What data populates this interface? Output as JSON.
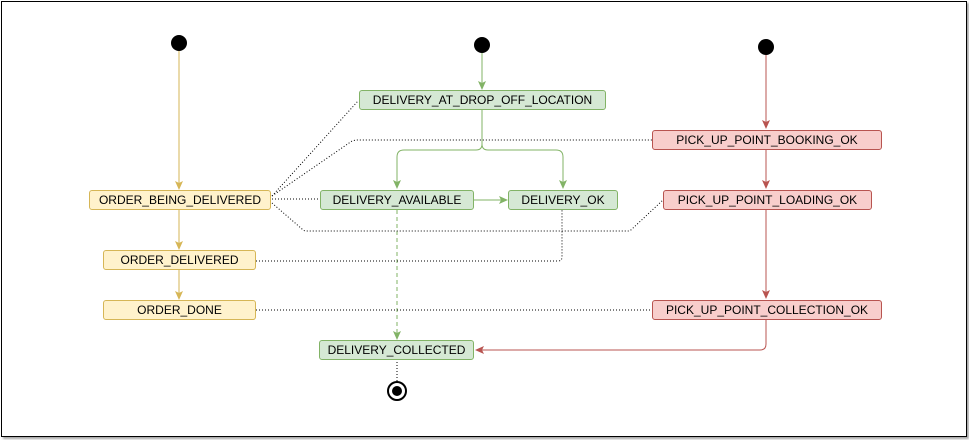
{
  "diagram": {
    "colors": {
      "yellow_fill": "#fff2cc",
      "yellow_stroke": "#d6b656",
      "green_fill": "#d5e8d4",
      "green_stroke": "#82b366",
      "red_fill": "#f8cecc",
      "red_stroke": "#b85450"
    },
    "order_states": {
      "order_being_delivered": "ORDER_BEING_DELIVERED",
      "order_delivered": "ORDER_DELIVERED",
      "order_done": "ORDER_DONE"
    },
    "delivery_states": {
      "delivery_at_drop_off_location": "DELIVERY_AT_DROP_OFF_LOCATION",
      "delivery_available": "DELIVERY_AVAILABLE",
      "delivery_ok": "DELIVERY_OK",
      "delivery_collected": "DELIVERY_COLLECTED"
    },
    "pickup_states": {
      "pick_up_point_booking_ok": "PICK_UP_POINT_BOOKING_OK",
      "pick_up_point_loading_ok": "PICK_UP_POINT_LOADING_OK",
      "pick_up_point_collection_ok": "PICK_UP_POINT_COLLECTION_OK"
    }
  }
}
